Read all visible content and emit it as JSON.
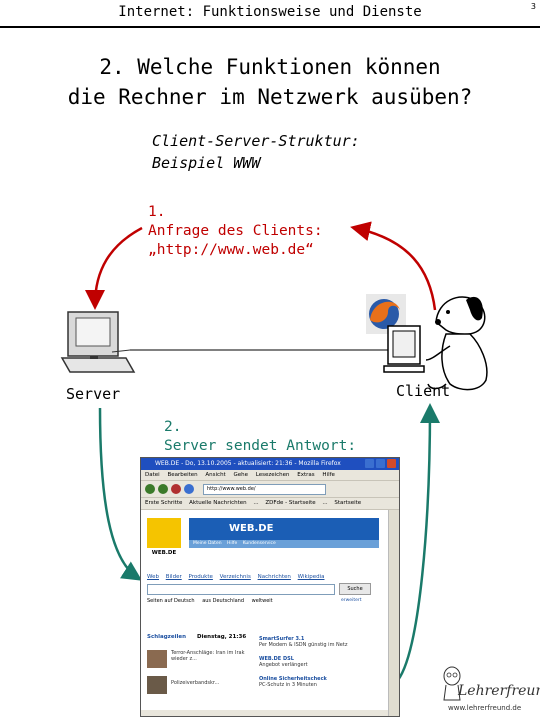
{
  "header": {
    "title": "Internet: Funktionsweise und Dienste",
    "page_number": "3"
  },
  "slide": {
    "title_line1": "2. Welche Funktionen können",
    "title_line2": "die Rechner im Netzwerk ausüben?",
    "subtitle_line1": "Client-Server-Struktur:",
    "subtitle_line2": "Beispiel WWW"
  },
  "step1": {
    "line1": "1.",
    "line2": "Anfrage des Clients:",
    "line3": "„http://www.web.de“"
  },
  "step2": {
    "line1": "2.",
    "line2": "Server sendet Antwort:"
  },
  "labels": {
    "server": "Server",
    "client": "Client"
  },
  "colors": {
    "request_arrow": "#c00000",
    "response_arrow": "#1a7a6a"
  },
  "browser": {
    "window_title": "WEB.DE - Do, 13.10.2005 - aktualisiert: 21:36 - Mozilla Firefox",
    "menu": [
      "Datei",
      "Bearbeiten",
      "Ansicht",
      "Gehe",
      "Lesezeichen",
      "Extras",
      "Hilfe"
    ],
    "url": "http://www.web.de/",
    "bookmarks": [
      "Erste Schritte",
      "Aktuelle Nachrichten",
      "...",
      "ZDFde - Startseite",
      "...",
      "Startseite"
    ],
    "site_brand": "WEB.DE",
    "logo_caption": "WEB.DE",
    "site_tabs": [
      "Meine Daten",
      "Hilfe",
      "Kundenservice"
    ],
    "search_tabs": [
      "Web",
      "Bilder",
      "Produkte",
      "Verzeichnis",
      "Nachrichten",
      "Wikipedia"
    ],
    "search_button": "Suche",
    "radio_options": [
      "Seiten auf Deutsch",
      "aus Deutschland",
      "weltweit"
    ],
    "extra_link": "erweitert",
    "news_header": "Schlagzeilen",
    "news_date": "Dienstag, 21:36",
    "news_items": [
      "Terror-Anschläge: Iran im Irak wieder z...",
      "Polizeiverbandskr..."
    ],
    "col2_items": [
      {
        "title": "SmartSurfer 3.1",
        "text": "Per Modem & ISDN günstig im Netz"
      },
      {
        "title": "WEB.DE DSL",
        "text": "Angebot verlängert"
      },
      {
        "title": "Online Sicherheitscheck",
        "text": "PC-Schutz in 3 Minuten"
      }
    ]
  },
  "watermark": {
    "brand": "Lehrerfreund",
    "url": "www.lehrerfreund.de"
  }
}
